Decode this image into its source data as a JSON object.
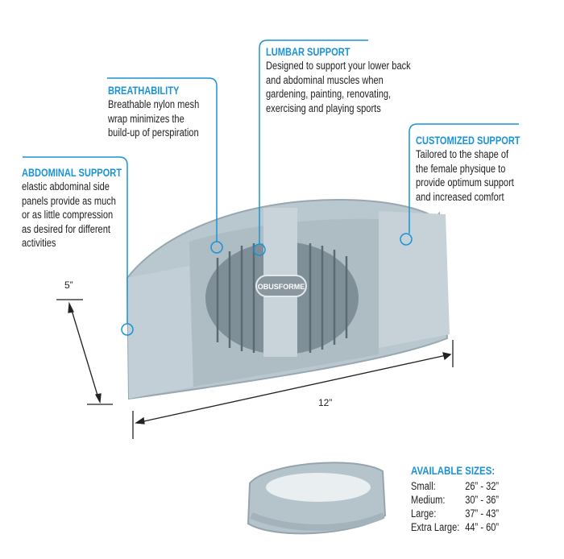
{
  "callouts": {
    "lumbar": {
      "title": "LUMBAR SUPPORT",
      "lines": [
        "Designed to support your lower back",
        "and abdominal muscles when",
        "gardening, painting, renovating,",
        "exercising and playing sports"
      ]
    },
    "breathability": {
      "title": "BREATHABILITY",
      "lines": [
        "Breathable nylon mesh",
        "wrap minimizes the",
        "build-up of perspiration"
      ]
    },
    "abdominal": {
      "title": "ABDOMINAL SUPPORT",
      "lines": [
        "elastic abdominal side",
        "panels provide as much",
        "or as little compression",
        "as desired for different",
        "activities"
      ]
    },
    "customized": {
      "title": "CUSTOMIZED SUPPORT",
      "lines": [
        "Tailored to the shape of",
        "the female physique to",
        "provide optimum support",
        "and increased comfort"
      ]
    }
  },
  "dimensions": {
    "height": "5”",
    "width": "12”"
  },
  "logo": "OBUSFORME",
  "sizes": {
    "title": "AVAILABLE SIZES:",
    "rows": [
      {
        "name": "Small:",
        "range": "26” - 32”"
      },
      {
        "name": "Medium:",
        "range": "30” - 36”"
      },
      {
        "name": "Large:",
        "range": "37” - 43”"
      },
      {
        "name": "Extra Large:",
        "range": "44” - 60”"
      }
    ]
  },
  "colors": {
    "accent": "#1a93d6",
    "belt": "#b9c7cf"
  }
}
